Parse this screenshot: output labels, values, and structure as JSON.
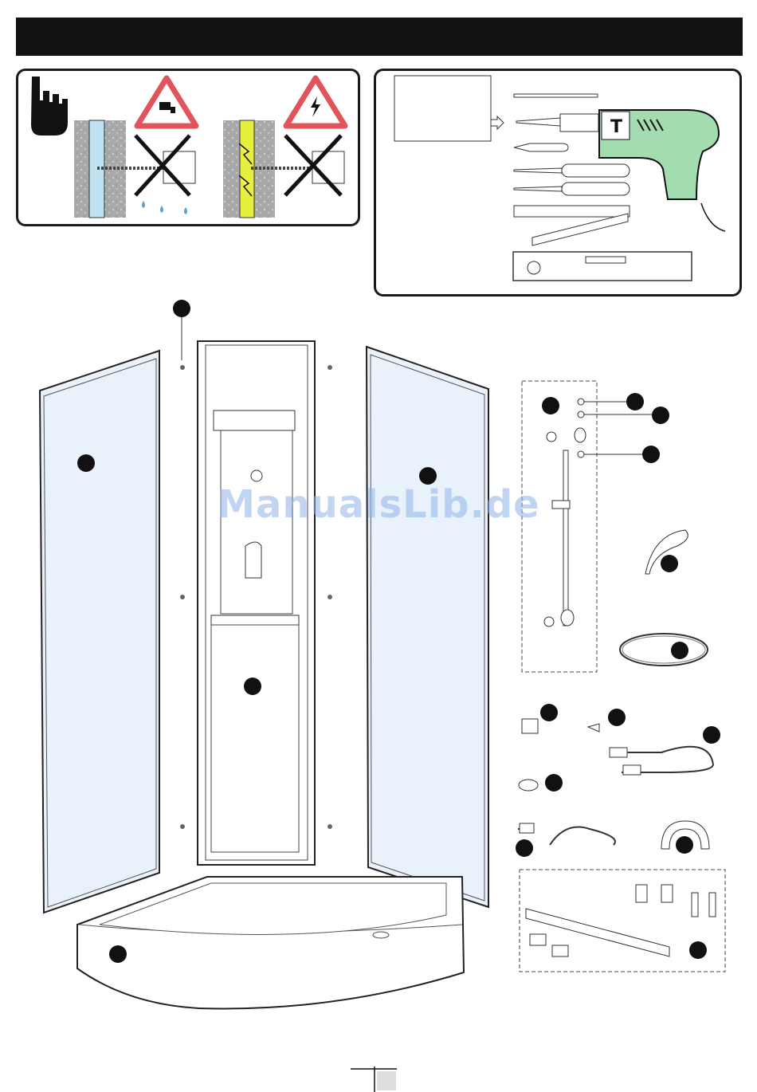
{
  "watermark": "ManualsLib.de",
  "colors": {
    "header": "#111111",
    "glass": "#e9f1fb",
    "water_pipe": "#bfe3f2",
    "electric_cable": "#e6ef3c",
    "drill_body": "#a3dcae",
    "warning_triangle": "#e0555a",
    "water_drop": "#5aa0d8",
    "watermark": "#8fb4ea"
  },
  "icons": {
    "warning_hand": "pointing-hand-icon",
    "water_warning": "water-tap-warning-icon",
    "electric_warning": "electric-warning-icon",
    "drill": "power-drill-icon"
  },
  "tools": [
    "drill-bit",
    "drill-bit-in-chuck",
    "pencil",
    "phillips-screwdriver",
    "flat-screwdriver",
    "folding-ruler",
    "spirit-level"
  ],
  "components": [
    "side-panel-left",
    "side-panel-right",
    "central-column",
    "shower-tray",
    "wall-bracket",
    "slide-rail-kit",
    "hand-shower",
    "shower-hose",
    "connectors",
    "connection-hoses",
    "drain-hose",
    "pipe-clamp",
    "tray-fixing-kit"
  ]
}
